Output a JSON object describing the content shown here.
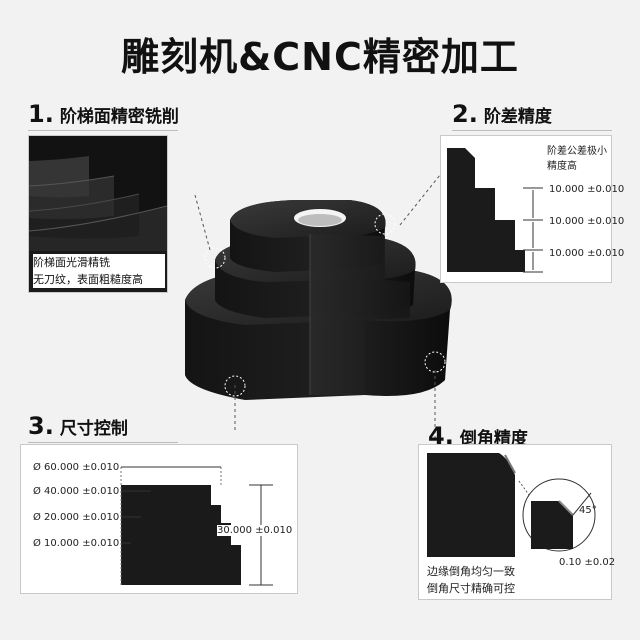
{
  "title": "雕刻机&CNC精密加工",
  "sections": [
    {
      "num": "1.",
      "label": "阶梯面精密铣削",
      "note_line1": "阶梯面光滑精铣",
      "note_line2": "无刀纹，表面粗糙度高"
    },
    {
      "num": "2.",
      "label": "阶差精度",
      "note_line1": "阶差公差极小",
      "note_line2": "精度高",
      "dims": [
        "10.000 ±0.010",
        "10.000 ±0.010",
        "10.000 ±0.010"
      ]
    },
    {
      "num": "3.",
      "label": "尺寸控制",
      "diameters": [
        "Ø 60.000 ±0.010",
        "Ø 40.000 ±0.010",
        "Ø 20.000 ±0.010",
        "Ø 10.000 ±0.010"
      ],
      "height": "30.000 ±0.010"
    },
    {
      "num": "4.",
      "label": "倒角精度",
      "angle": "45°",
      "chamfer": "0.10 ±0.02",
      "note_line1": "边缘倒角均匀一致",
      "note_line2": "倒角尺寸精确可控"
    }
  ]
}
